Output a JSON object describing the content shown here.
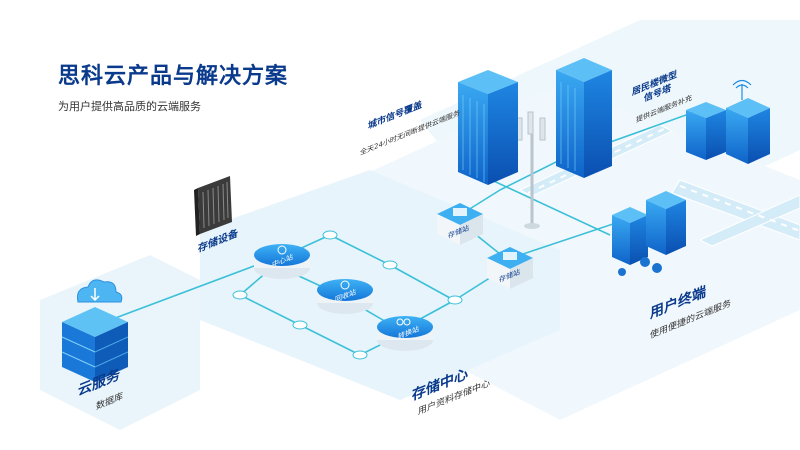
{
  "header": {
    "title": "思科云产品与解决方案",
    "subtitle": "为用户提供高品质的云端服务"
  },
  "labels": {
    "cloud_service": "云服务",
    "database": "数据库",
    "storage_center": "存储中心",
    "storage_center_desc": "用户资料存储中心",
    "storage_device": "存储设备",
    "user_terminal": "用户终端",
    "user_terminal_desc": "使用便捷的云端服务",
    "city_signal": "城市信号覆盖",
    "city_signal_desc": "全天24小时无间断提供云端服务",
    "micro_signal_1": "居民楼微型",
    "micro_signal_2": "信号塔",
    "micro_signal_desc": "提供云端服务补充",
    "node_center": "中心站",
    "node_recycle": "回收站",
    "node_transfer": "转换站",
    "node_storage": "存储站"
  },
  "colors": {
    "primary": "#0a3a8c",
    "accent": "#1e8ce6",
    "light": "#e6f3fb",
    "line": "#3cc0d8",
    "road": "#cfe8f7"
  }
}
